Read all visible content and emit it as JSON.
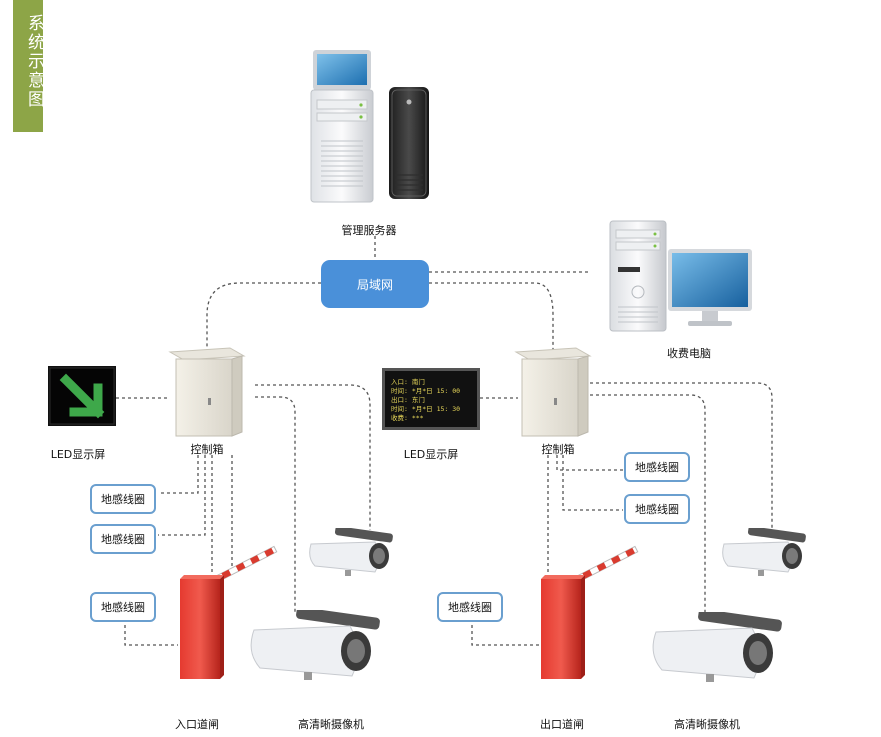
{
  "side_tag": "系统示意图",
  "server_label": "管理服务器",
  "lan_label": "局域网",
  "toll_pc_label": "收费电脑",
  "left": {
    "led_label": "LED显示屏",
    "control_box_label": "控制箱",
    "coils": [
      "地感线圈",
      "地感线圈",
      "地感线圈"
    ],
    "barrier_label": "入口道闸",
    "camera_label": "高清晰摄像机"
  },
  "right": {
    "led_label": "LED显示屏",
    "led_lines": [
      "入口: 南门",
      "时间: *月*日 15: 00",
      "出口: 东门",
      "时间: *月*日 15: 30",
      "收费: ***"
    ],
    "control_box_label": "控制箱",
    "coils": [
      "地感线圈",
      "地感线圈",
      "地感线圈"
    ],
    "barrier_label": "出口道闸",
    "camera_label": "高清晰摄像机"
  },
  "colors": {
    "tag_green": "#8da547",
    "lan_blue": "#4a90d9",
    "coil_border": "#6a9fcf",
    "barrier_red": "#e03c31",
    "led_green_arrow": "#3ea84a"
  }
}
